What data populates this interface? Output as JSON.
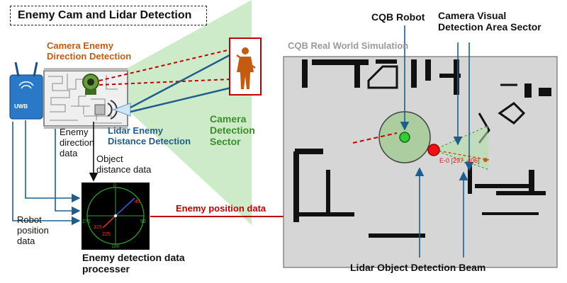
{
  "title": "Enemy Cam and Lidar Detection",
  "labels": {
    "camera_enemy_direction": [
      "Camera Enemy",
      "Direction Detection"
    ],
    "lidar_enemy_distance": [
      "Lidar Enemy",
      "Distance Detection"
    ],
    "camera_detection_sector": [
      "Camera",
      "Detection",
      "Sector"
    ],
    "enemy_direction_data": [
      "Enemy",
      "direction",
      "data"
    ],
    "object_distance_data": [
      "Object",
      "distance data"
    ],
    "robot_position_data": [
      "Robot",
      "position",
      "data"
    ],
    "enemy_position_data": "Enemy position data",
    "processor": [
      "Enemy detection data",
      "processer"
    ],
    "uwb": "UWB",
    "simulation_title": "CQB Real World Simulation",
    "cqb_robot": "CQB Robot",
    "camera_visual_sector": [
      "Camera Visual",
      "Detection Area Sector"
    ],
    "lidar_beam": "Lidar Object Detection Beam",
    "enemy_tag": "E-0 [297, 406]"
  },
  "radar_ticks": [
    "0",
    "90",
    "180",
    "270",
    "45",
    "315",
    "225"
  ],
  "colors": {
    "orange": "#c55a11",
    "blue": "#1f5e8c",
    "green": "#3a8e2a",
    "red": "#c00000",
    "sector_fill": "#c6e8c0"
  }
}
